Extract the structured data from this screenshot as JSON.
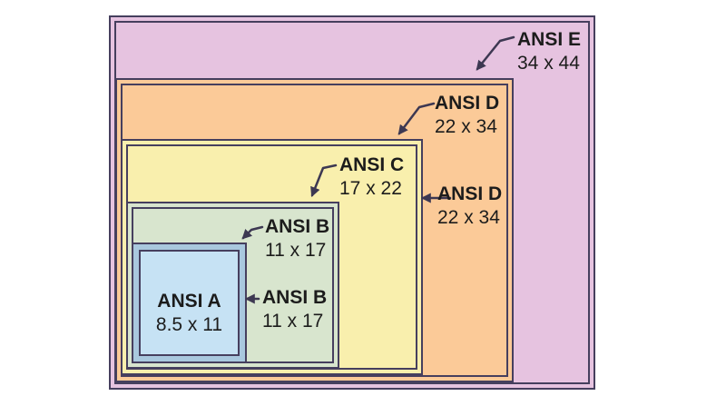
{
  "diagram": {
    "description": "Nested comparison of ANSI paper sizes",
    "colors": {
      "background": "#ffffff",
      "outline": "#463f5e",
      "text": "#1c1c1c",
      "arrow": "#3d3852",
      "ansi_e_fill": "#e6c3e0",
      "ansi_d_fill": "#fbca98",
      "ansi_c_fill": "#f9efad",
      "ansi_b_fill": "#d8e5ce",
      "ansi_a_fill": "#c6e2f4",
      "ansi_a_frame": "#a9c8de"
    },
    "sheets": [
      {
        "id": "ansi-e",
        "name": "ANSI E",
        "size_inches": "34 x 44"
      },
      {
        "id": "ansi-d",
        "name": "ANSI D",
        "size_inches": "22 x 34"
      },
      {
        "id": "ansi-c",
        "name": "ANSI C",
        "size_inches": "17 x 22"
      },
      {
        "id": "ansi-b",
        "name": "ANSI B",
        "size_inches": "11 x 17"
      },
      {
        "id": "ansi-a",
        "name": "ANSI A",
        "size_inches": "8.5 x 11"
      }
    ],
    "labels": {
      "ansi_e": {
        "name": "ANSI E",
        "dims": "34 x 44"
      },
      "ansi_d_top": {
        "name": "ANSI D",
        "dims": "22 x 34"
      },
      "ansi_c": {
        "name": "ANSI C",
        "dims": "17 x 22"
      },
      "ansi_b_top": {
        "name": "ANSI B",
        "dims": "11 x 17"
      },
      "ansi_d_side": {
        "name": "ANSI D",
        "dims": "22 x 34"
      },
      "ansi_b_side": {
        "name": "ANSI B",
        "dims": "11 x 17"
      },
      "ansi_a": {
        "name": "ANSI A",
        "dims": "8.5 x 11"
      }
    }
  }
}
